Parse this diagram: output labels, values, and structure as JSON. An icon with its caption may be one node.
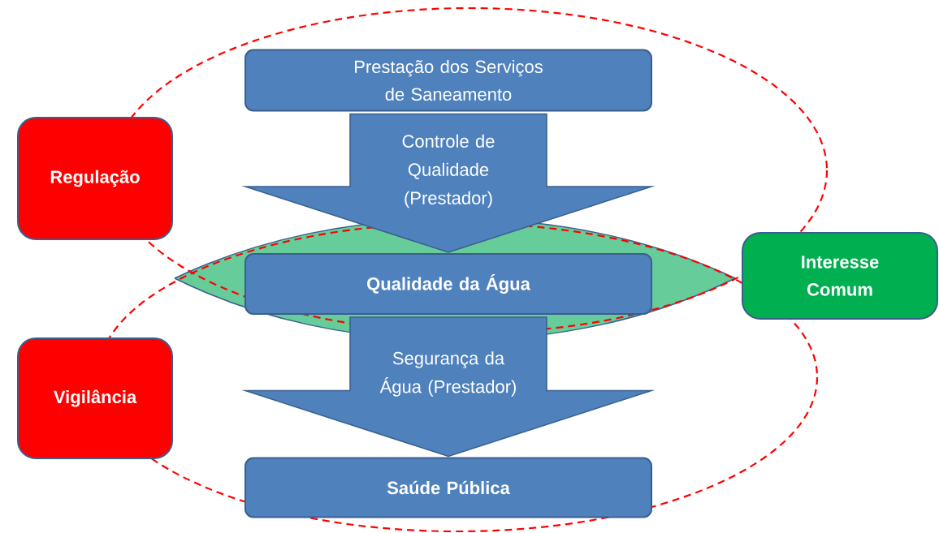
{
  "diagram": {
    "nodes": [
      {
        "text": [
          "Regulação"
        ]
      },
      {
        "text": [
          "Vigilância"
        ]
      },
      {
        "text": [
          "Prestação dos Serviços de Saneamento"
        ]
      },
      {
        "text": [
          "Qualidade da Água"
        ]
      },
      {
        "text": [
          "Saúde Pública"
        ]
      },
      {
        "text": [
          "Interesse Comum"
        ]
      }
    ],
    "edges": [
      {
        "from": 2,
        "to": 3,
        "arrow": "to",
        "label": "Controle de Qualidade (Prestador)"
      },
      {
        "from": 3,
        "to": 4,
        "arrow": "to",
        "label": "Segurança da Água (Prestador)"
      }
    ]
  }
}
